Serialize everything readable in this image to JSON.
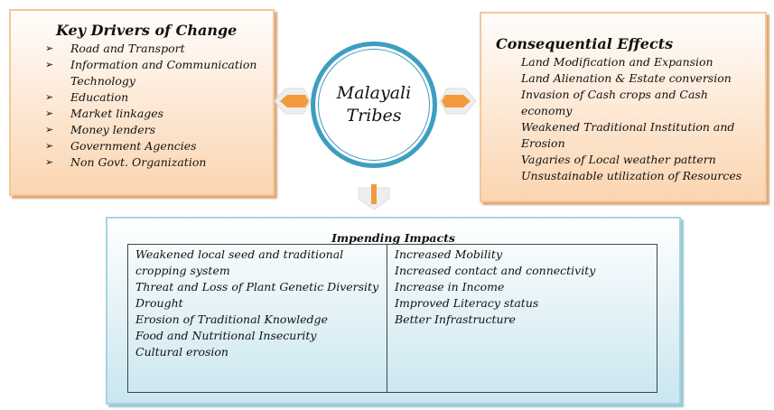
{
  "drivers": {
    "title": "Key Drivers of Change",
    "items": [
      "Road and Transport",
      "Information and Communication Technology",
      "Education",
      "Market linkages",
      "Money lenders",
      "Government Agencies",
      "Non Govt. Organization"
    ]
  },
  "center": {
    "line1": "Malayali",
    "line2": "Tribes"
  },
  "effects": {
    "title": "Consequential Effects",
    "items": [
      "Land Modification and Expansion",
      "Land Alienation & Estate conversion",
      "Invasion of Cash crops and Cash economy",
      "Weakened Traditional Institution and Erosion",
      "Vagaries of Local weather pattern",
      "Unsustainable utilization of Resources"
    ]
  },
  "impacts": {
    "title": "Impending Impacts",
    "negative": [
      "Weakened local  seed and  traditional cropping system",
      "Threat and Loss of Plant Genetic Diversity",
      "Drought",
      "Erosion of Traditional Knowledge",
      "Food and Nutritional Insecurity",
      "Cultural erosion"
    ],
    "positive": [
      "Increased Mobility",
      "Increased contact and connectivity",
      "Increase in Income",
      "Improved Literacy status",
      "Better Infrastructure"
    ]
  },
  "colors": {
    "orange": "#f39a3c",
    "blue": "#3e9ec0"
  }
}
